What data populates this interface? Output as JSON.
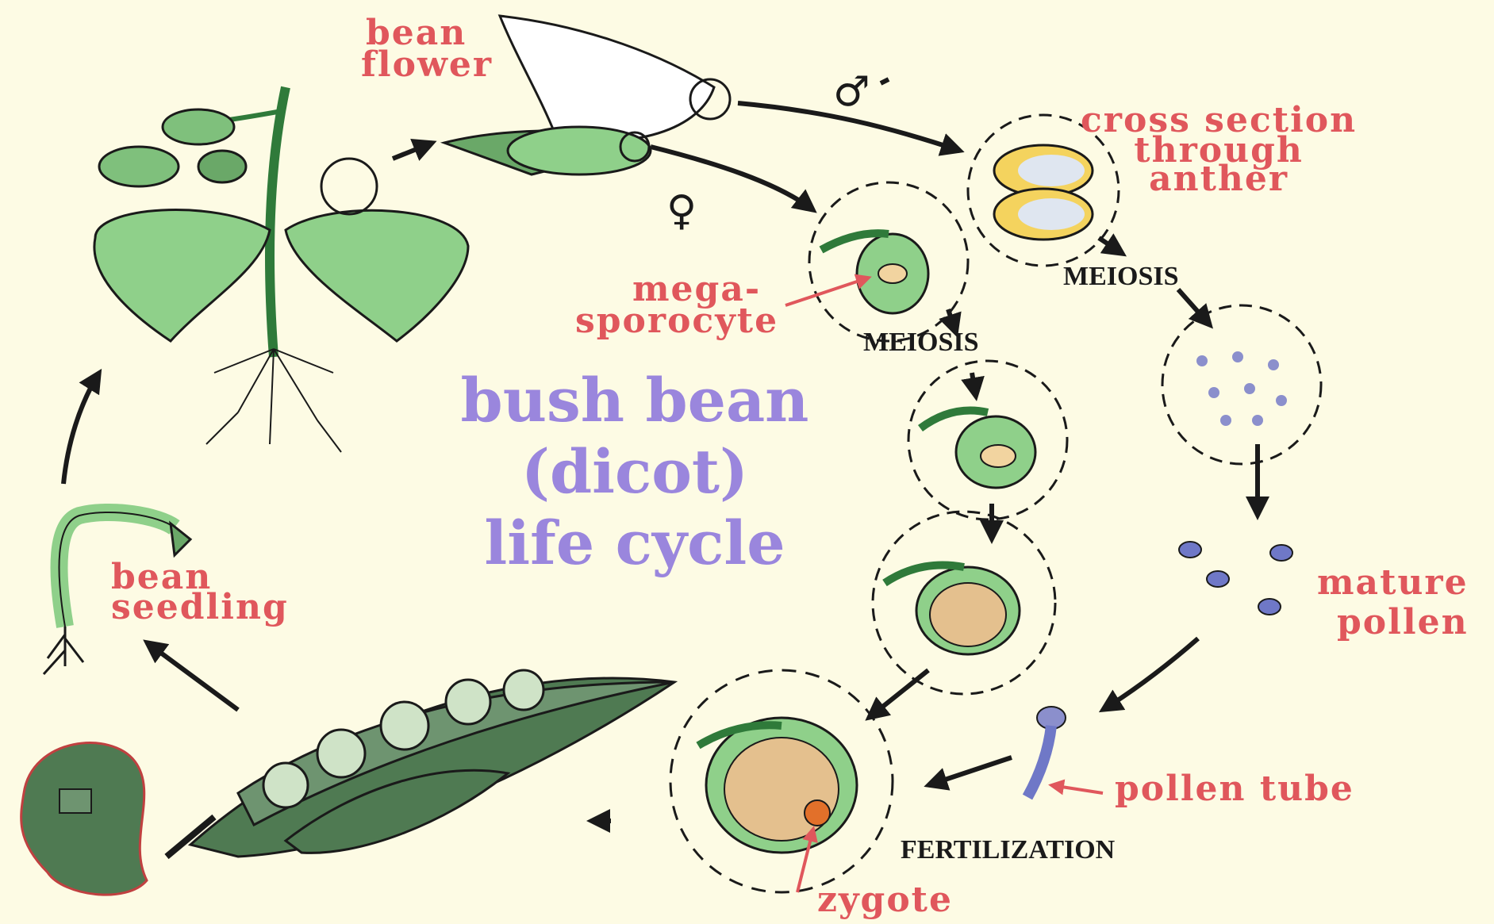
{
  "title": {
    "line1": "bush bean",
    "line2": "(dicot)",
    "line3": "life cycle"
  },
  "labels": {
    "bean_flower": [
      "bean",
      "flower"
    ],
    "cross_section": [
      "cross section",
      "through",
      "anther"
    ],
    "megasporocyte": [
      "mega-",
      "sporocyte"
    ],
    "mature_pollen": [
      "mature",
      "pollen"
    ],
    "pollen_tube": "pollen tube",
    "zygote": "zygote",
    "bean_seedling": [
      "bean",
      "seedling"
    ],
    "meiosis_left": "MEIOSIS",
    "meiosis_right": "MEIOSIS",
    "fertilization": "FERTILIZATION"
  },
  "symbols": {
    "male": "♂",
    "female": "♀"
  },
  "colors": {
    "background": "#fdfbe4",
    "label": "#e0575c",
    "title": "#9a86dd",
    "plant_green": "#8fd08a",
    "dark_green": "#2f7a3a"
  },
  "icons": [
    "bean-plant-icon",
    "bean-flower-icon",
    "anther-icon",
    "ovule-icon",
    "pollen-icon",
    "pollen-tube-icon",
    "zygote-ovule-icon",
    "bean-pod-icon",
    "bean-seed-icon",
    "seedling-icon"
  ]
}
